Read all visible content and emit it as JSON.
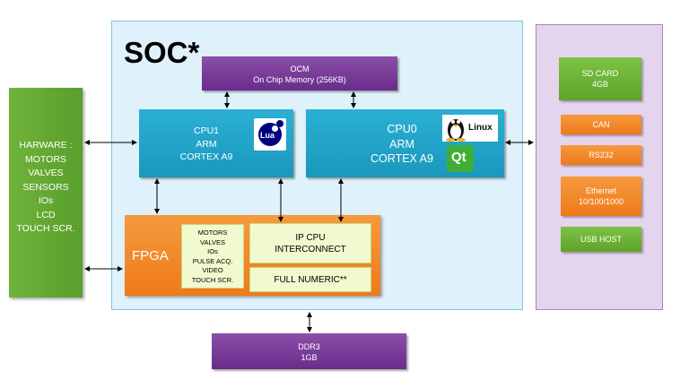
{
  "soc": {
    "title": "SOC*"
  },
  "ocm": {
    "line1": "OCM",
    "line2": "On Chip Memory (256KB)"
  },
  "cpu1": {
    "lines": [
      "CPU1",
      "ARM",
      "CORTEX A9"
    ],
    "logo": "Lua"
  },
  "cpu0": {
    "lines": [
      "CPU0",
      "ARM",
      "CORTEX A9"
    ],
    "logo_linux": "Linux",
    "logo_qt": "Qt"
  },
  "fpga": {
    "label": "FPGA",
    "list": [
      "MOTORS",
      "VALVES",
      "IOs",
      "PULSE ACQ.",
      "VIDEO",
      "TOUCH SCR."
    ],
    "ip_cpu": [
      "IP CPU",
      "INTERCONNECT"
    ],
    "full_numeric": "FULL NUMERIC**"
  },
  "hardware": {
    "lines": [
      "HARWARE :",
      "MOTORS",
      "VALVES",
      "SENSORS",
      "IOs",
      "LCD",
      "TOUCH SCR."
    ]
  },
  "peripherals": {
    "sd_card": [
      "SD CARD",
      "4GB"
    ],
    "can": "CAN",
    "rs232": "RS232",
    "ethernet": [
      "Ethernet",
      "10/100/1000"
    ],
    "usb_host": "USB HOST"
  },
  "ddr": {
    "line1": "DDR3",
    "line2": "1GB"
  },
  "colors": {
    "purple": "#7a3c9a",
    "cyan": "#22a5cb",
    "orange": "#f28a2c",
    "green": "#66aa33",
    "soc_bg": "#dff1fa",
    "periph_bg": "#e5d4ee"
  }
}
